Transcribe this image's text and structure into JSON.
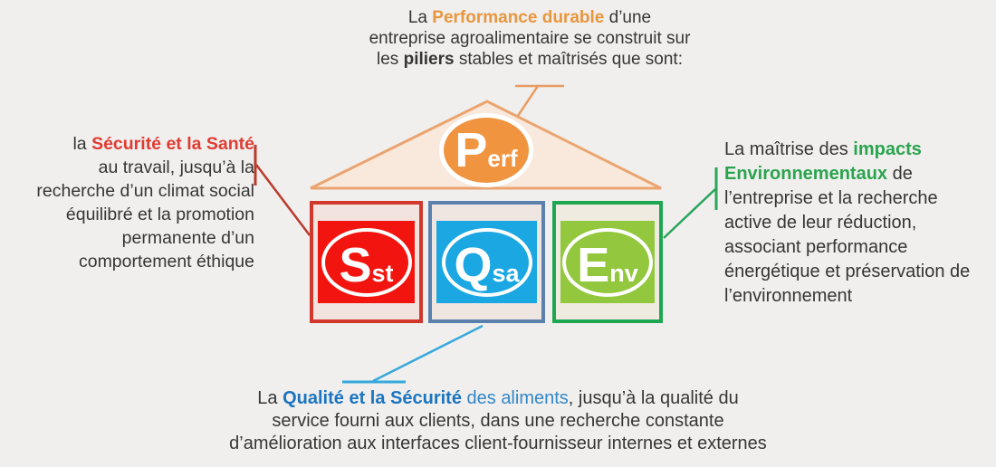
{
  "colors": {
    "background": "#F0EFED",
    "text": "#363636",
    "orange_accent": "#E8963F",
    "roof_fill": "#F8E9DC",
    "roof_stroke": "#EBA470",
    "perf_fill": "#F09440",
    "orange_connector": "#E99C62",
    "red_text": "#E13B32",
    "red_box_border": "#D2372B",
    "red_box_fill": "#F2E3DE",
    "red_inner": "#F2150F",
    "red_connector": "#BA3A2C",
    "blue_box_border": "#5C80AC",
    "blue_box_fill": "#EFE6E1",
    "blue_inner": "#1BA7E2",
    "blue_connector": "#35A8DC",
    "blue_text_bold": "#1B75C0",
    "blue_text": "#3287C9",
    "green_box_border": "#1EA751",
    "green_box_fill": "#EFEBE0",
    "green_inner": "#93C83E",
    "green_text": "#2AA44F",
    "green_connector": "#2BA45C"
  },
  "notes": {
    "top": {
      "lines": [
        {
          "segments": [
            {
              "text": "La "
            },
            {
              "text": "Performance durable"
            },
            {
              "text": " d’une"
            }
          ]
        },
        {
          "segments": [
            {
              "text": "entreprise agroalimentaire se construit sur"
            }
          ]
        },
        {
          "segments": [
            {
              "text": "les "
            },
            {
              "text": "piliers"
            },
            {
              "text": " stables et maîtrisés que sont:"
            }
          ]
        }
      ]
    },
    "left": {
      "lines": [
        {
          "segments": [
            {
              "text": "la "
            },
            {
              "text": "Sécurité et la Santé"
            }
          ]
        },
        {
          "segments": [
            {
              "text": "au travail, jusqu’à la"
            }
          ]
        },
        {
          "segments": [
            {
              "text": "recherche d’un climat social"
            }
          ]
        },
        {
          "segments": [
            {
              "text": "équilibré et la promotion"
            }
          ]
        },
        {
          "segments": [
            {
              "text": "permanente d’un"
            }
          ]
        },
        {
          "segments": [
            {
              "text": "comportement éthique"
            }
          ]
        }
      ]
    },
    "right": {
      "lines": [
        {
          "segments": [
            {
              "text": "La maîtrise des "
            },
            {
              "text": "impacts"
            }
          ]
        },
        {
          "segments": [
            {
              "text": "Environnementaux"
            },
            {
              "text": " de"
            }
          ]
        },
        {
          "segments": [
            {
              "text": "l’entreprise et la recherche"
            }
          ]
        },
        {
          "segments": [
            {
              "text": "active de leur réduction,"
            }
          ]
        },
        {
          "segments": [
            {
              "text": "associant performance"
            }
          ]
        },
        {
          "segments": [
            {
              "text": "énergétique et préservation de"
            }
          ]
        },
        {
          "segments": [
            {
              "text": "l’environnement"
            }
          ]
        }
      ]
    },
    "bottom": {
      "lines": [
        {
          "segments": [
            {
              "text": "La "
            },
            {
              "text": "Qualité et la Sécurité"
            },
            {
              "text": " des aliments"
            },
            {
              "text": ", jusqu’à la qualité du"
            }
          ]
        },
        {
          "segments": [
            {
              "text": "service fourni aux clients, dans une recherche constante"
            }
          ]
        },
        {
          "segments": [
            {
              "text": "d’amélioration aux interfaces client-fournisseur internes et externes"
            }
          ]
        }
      ]
    }
  },
  "house": {
    "roof_label": {
      "main": "P",
      "sub": "erf"
    },
    "pillars": [
      {
        "id": "sst",
        "main": "S",
        "sub": "st"
      },
      {
        "id": "qsa",
        "main": "Q",
        "sub": "sa"
      },
      {
        "id": "env",
        "main": "E",
        "sub": "nv"
      }
    ]
  }
}
